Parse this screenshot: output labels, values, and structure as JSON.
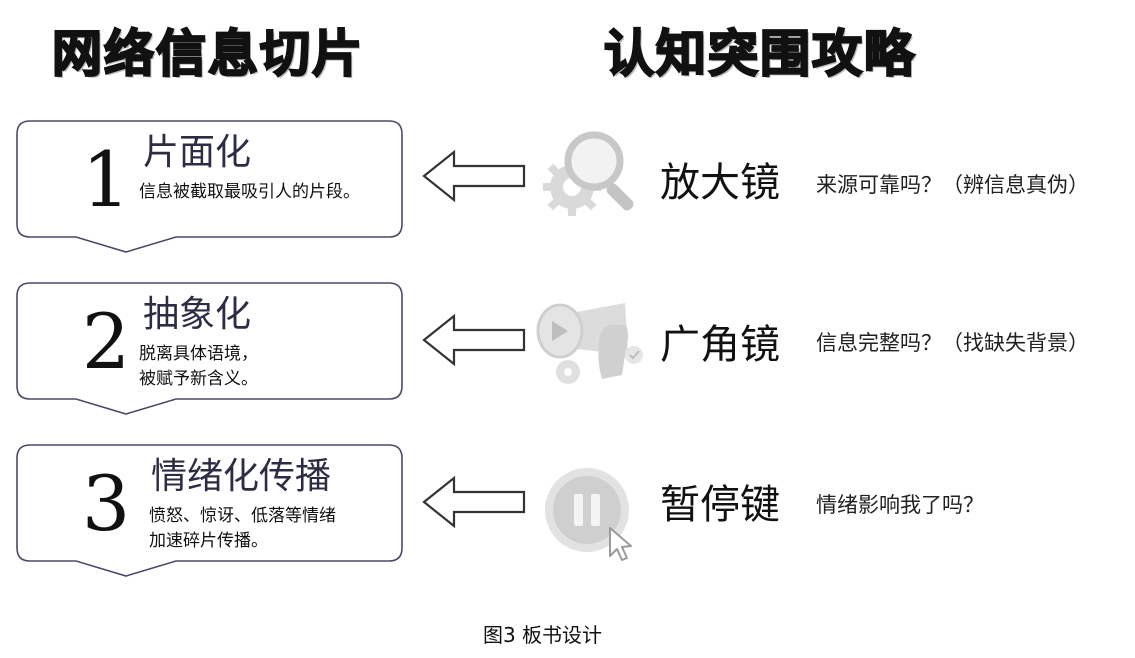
{
  "headings": {
    "left": "网络信息切片",
    "right": "认知突围攻略"
  },
  "rows": [
    {
      "number": "1",
      "title": "片面化",
      "desc_lines": [
        "信息被截取最吸引人的片段。"
      ],
      "tool": "放大镜",
      "question": "来源可靠吗？（辨信息真伪）",
      "icon": "magnifier-gear-icon"
    },
    {
      "number": "2",
      "title": "抽象化",
      "desc_lines": [
        "脱离具体语境，",
        "被赋予新含义。"
      ],
      "tool": "广角镜",
      "question": "信息完整吗？（找缺失背景）",
      "icon": "telescope-hand-icon"
    },
    {
      "number": "3",
      "title": "情绪化传播",
      "desc_lines": [
        "愤怒、惊讶、低落等情绪",
        "加速碎片传播。"
      ],
      "tool": "暂停键",
      "question": "情绪影响我了吗？",
      "icon": "pause-button-icon"
    }
  ],
  "caption": "图3 板书设计",
  "colors": {
    "callout_border": "#4a4a6a",
    "title_text": "#2c2c44",
    "icon_gray": "#d6d6d6",
    "arrow_stroke": "#333333"
  }
}
